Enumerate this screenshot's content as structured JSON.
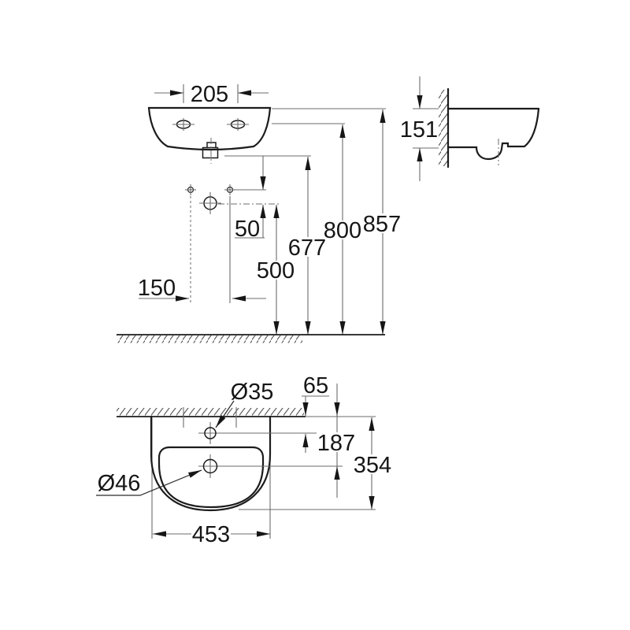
{
  "drawing": {
    "colors": {
      "background": "#ffffff",
      "outline": "#1c1c1c",
      "dimension_line": "#6b6b6b",
      "text": "#161616"
    },
    "dimensions": {
      "front": {
        "tap_hole_spacing": "205",
        "hole_offset": "50",
        "fixing_hole_spacing": "150",
        "faucet_height": "500",
        "drain_height": "677",
        "tap_hole_height": "800",
        "rim_height": "857"
      },
      "side": {
        "body_depth": "151"
      },
      "plan": {
        "faucet_hole_diameter": "Ø35",
        "wall_to_faucet_hole": "65",
        "wall_to_drain": "187",
        "total_depth": "354",
        "drain_diameter": "Ø46",
        "basin_width": "453"
      }
    }
  }
}
